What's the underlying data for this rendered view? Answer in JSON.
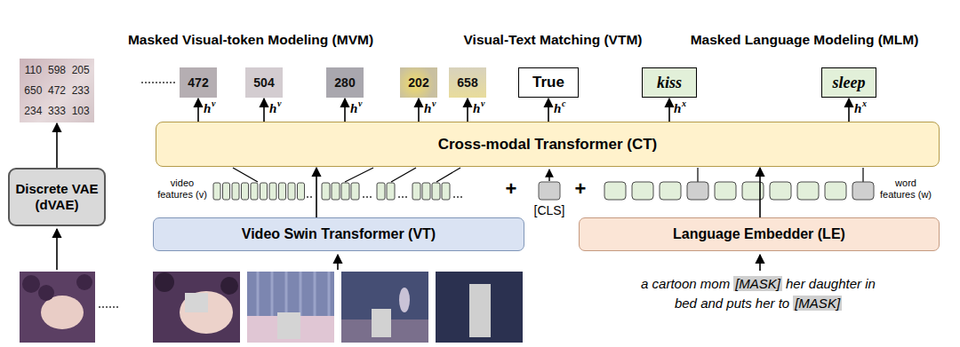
{
  "diagram": {
    "nodes": [
      {
        "text": [
          "110",
          "598",
          "205",
          "650",
          "472",
          "233",
          "234",
          "333",
          "103"
        ]
      },
      {
        "text": [
          "472"
        ]
      },
      {
        "text": [
          "504"
        ]
      },
      {
        "text": [
          "280"
        ]
      },
      {
        "text": [
          "202"
        ]
      },
      {
        "text": [
          "658"
        ]
      },
      {
        "text": [
          "True"
        ]
      },
      {
        "text": [
          "kiss"
        ]
      },
      {
        "text": [
          "sleep"
        ]
      },
      {
        "text": [
          "Cross-modal Transformer (CT)"
        ]
      },
      {
        "text": [
          "Discrete VAE (dVAE)"
        ]
      },
      {
        "text": [
          "Video Swin Transformer (VT)"
        ]
      },
      {
        "text": [
          "Language Embedder (LE)"
        ]
      }
    ],
    "edges": [
      {
        "from": 9,
        "to": 1,
        "arrow": "to"
      },
      {
        "from": 9,
        "to": 2,
        "arrow": "to"
      },
      {
        "from": 9,
        "to": 3,
        "arrow": "to"
      },
      {
        "from": 9,
        "to": 4,
        "arrow": "to"
      },
      {
        "from": 9,
        "to": 5,
        "arrow": "to"
      },
      {
        "from": 9,
        "to": 6,
        "arrow": "to"
      },
      {
        "from": 9,
        "to": 7,
        "arrow": "to"
      },
      {
        "from": 9,
        "to": 8,
        "arrow": "to"
      },
      {
        "from": 10,
        "to": 0,
        "arrow": "to"
      },
      {
        "from": 11,
        "to": 9,
        "arrow": "to"
      },
      {
        "from": 12,
        "to": 9,
        "arrow": "to"
      }
    ],
    "labels": [
      "Masked Visual-token Modeling (MVM)",
      "Visual-Text Matching (VTM)",
      "Masked Language Modeling (MLM)",
      "h",
      "v",
      "h",
      "v",
      "h",
      "v",
      "h",
      "v",
      "h",
      "v",
      "h",
      "c",
      "h",
      "x",
      "h",
      "x",
      "video features (v)",
      "+",
      "[CLS]",
      "+",
      "word features (w)",
      "a cartoon mom",
      "[MASK]",
      "her daughter in",
      "bed and puts her to",
      "[MASK]"
    ]
  }
}
